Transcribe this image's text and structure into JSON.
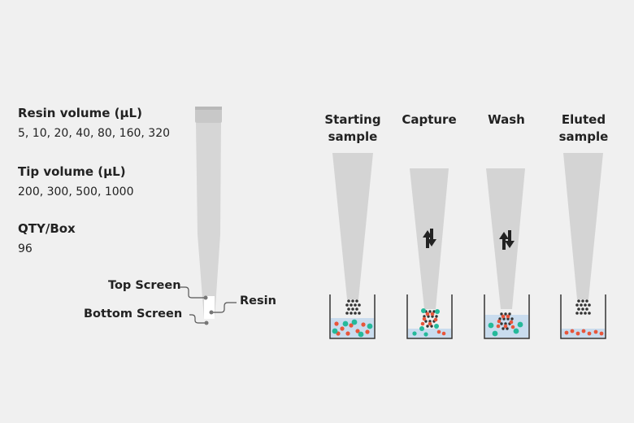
{
  "specs": [
    {
      "label": "Resin volume (µL)",
      "value": "5, 10, 20, 40, 80, 160, 320"
    },
    {
      "label": "Tip volume (µL)",
      "value": "200, 300, 500, 1000"
    },
    {
      "label": "QTY/Box",
      "value": "96"
    }
  ],
  "callouts": {
    "top_screen": "Top Screen",
    "bottom_screen": "Bottom Screen",
    "resin": "Resin"
  },
  "steps": [
    {
      "title_line1": "Starting",
      "title_line2": "sample"
    },
    {
      "title_line1": "Capture",
      "title_line2": ""
    },
    {
      "title_line1": "Wash",
      "title_line2": ""
    },
    {
      "title_line1": "Eluted",
      "title_line2": "sample"
    }
  ],
  "colors": {
    "background": "#f0f0f0",
    "tip": "#d4d4d4",
    "liquid": "#c9dcee",
    "resin_bead": "#333333",
    "target_red": "#e8553a",
    "contaminant_teal": "#25b99a"
  }
}
